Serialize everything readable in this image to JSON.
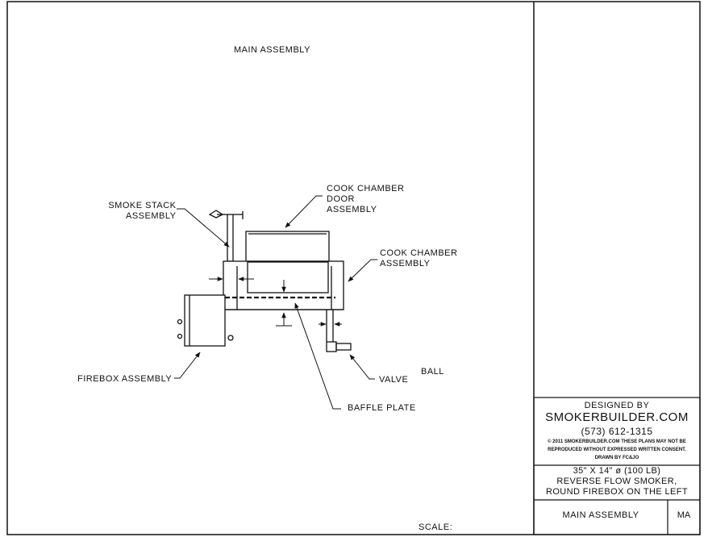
{
  "drawing": {
    "title": "MAIN ASSEMBLY",
    "scale_label": "SCALE:"
  },
  "callouts": {
    "smoke_stack": [
      "SMOKE STACK",
      "ASSEMBLY"
    ],
    "door": [
      "COOK CHAMBER",
      "DOOR",
      "ASSEMBLY"
    ],
    "cook_chamber": [
      "COOK CHAMBER",
      "ASSEMBLY"
    ],
    "firebox": "FIREBOX ASSEMBLY",
    "ball": "BALL",
    "valve": "VALVE",
    "baffle": "BAFFLE PLATE"
  },
  "title_block": {
    "designed_by": "DESIGNED BY",
    "company": "SMOKERBUILDER.COM",
    "phone": "(573) 612-1315",
    "copyright_1": "© 2011 SMOKERBUILDER.COM THESE PLANS MAY NOT BE",
    "copyright_2": "REPRODUCED WITHOUT EXPRESSED WRITTEN CONSENT.",
    "drawn_by": "DRAWN BY FC&JO",
    "spec_1": "35\" X 14\" ø (100 LB)",
    "spec_2": "REVERSE FLOW SMOKER,",
    "spec_3": "ROUND FIREBOX ON THE LEFT",
    "sheet_title": "MAIN ASSEMBLY",
    "sheet_code": "MA"
  }
}
